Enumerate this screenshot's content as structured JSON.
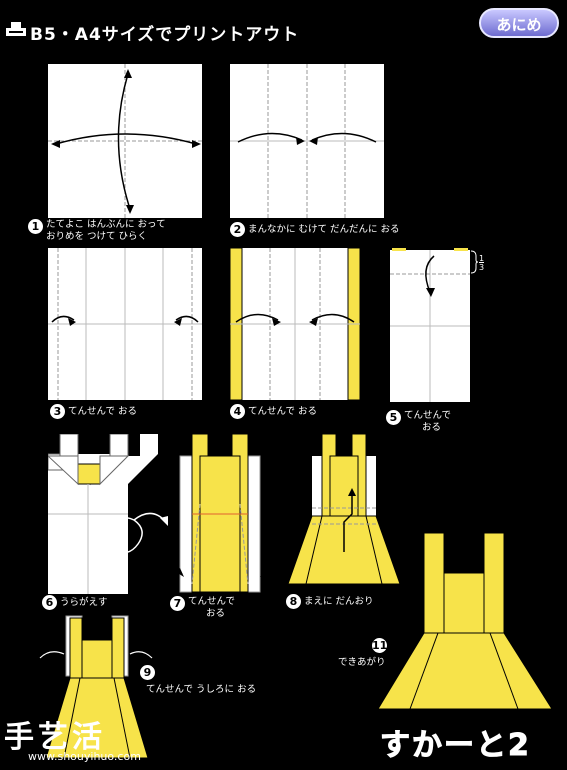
{
  "header": {
    "title": "B5・A4サイズでプリントアウト",
    "badge_label": "あにめ"
  },
  "steps": [
    {
      "num": "1",
      "line1": "たてよこ はんぶんに おって",
      "line2": "おりめを つけて ひらく"
    },
    {
      "num": "2",
      "line1": "まんなかに むけて だんだんに おる",
      "line2": ""
    },
    {
      "num": "3",
      "line1": "てんせんで おる",
      "line2": ""
    },
    {
      "num": "4",
      "line1": "てんせんで おる",
      "line2": ""
    },
    {
      "num": "5",
      "line1": "てんせんで",
      "line2": "おる"
    },
    {
      "num": "6",
      "line1": "うらがえす",
      "line2": ""
    },
    {
      "num": "7",
      "line1": "てんせんで",
      "line2": "おる"
    },
    {
      "num": "8",
      "line1": "まえに だんおり",
      "line2": ""
    },
    {
      "num": "9",
      "line1": "てんせんで うしろに おる",
      "line2": ""
    },
    {
      "num": "11",
      "line1": "できあがり",
      "line2": ""
    }
  ],
  "fraction": {
    "top": "1",
    "bottom": "3"
  },
  "final_title": "すかーと2",
  "watermark": {
    "logo": "手艺活",
    "url": "www.shouyihuo.com"
  },
  "colors": {
    "yellow": "#f7e34a",
    "paper": "#ffffff",
    "line": "#999999"
  }
}
